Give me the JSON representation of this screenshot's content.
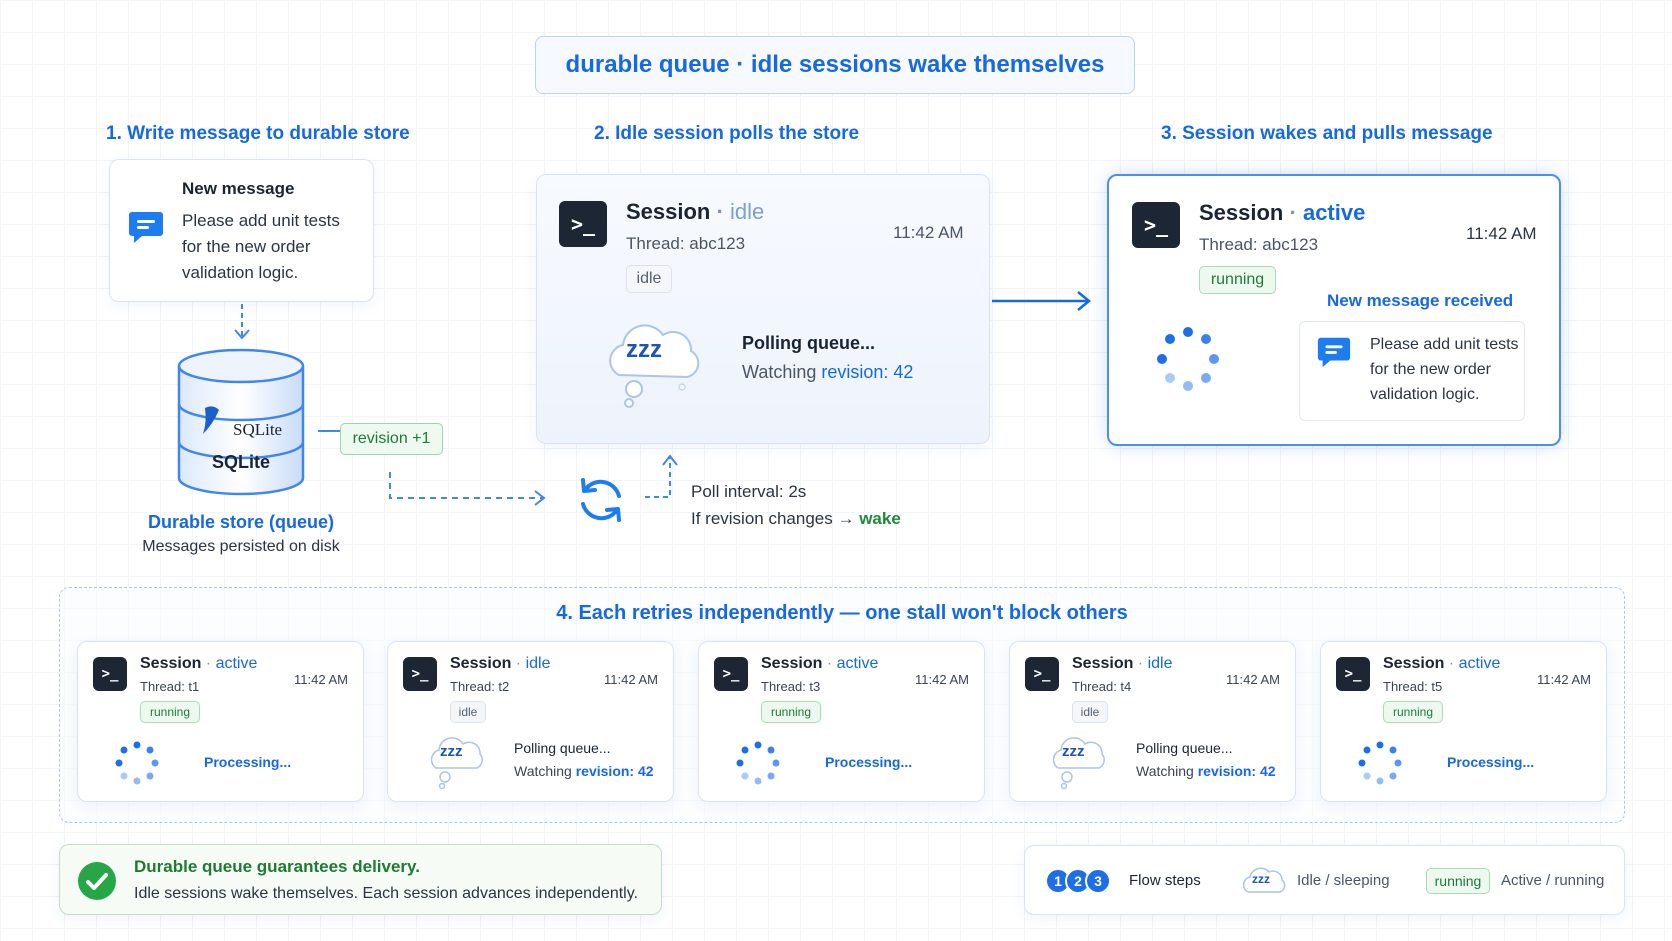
{
  "header": {
    "title": "durable queue · idle sessions wake themselves"
  },
  "step1": {
    "title": "1. Write message to durable store",
    "message_heading": "New message",
    "message_lines": [
      "Please add unit tests",
      "for the new order",
      "validation logic."
    ],
    "db_logo_text": "SQLite",
    "db_label": "SQLite",
    "revision_badge": "revision +1",
    "store_title": "Durable store (queue)",
    "store_sub": "Messages persisted on disk"
  },
  "step2": {
    "title": "2. Idle session polls the store",
    "session_label": "Session",
    "status": "idle",
    "thread": "Thread: abc123",
    "time": "11:42 AM",
    "badge": "idle",
    "zzz": "zzz",
    "polling": "Polling queue...",
    "watching_prefix": "Watching ",
    "watching_value": "revision: 42",
    "poll_interval": "Poll interval: 2s",
    "revision_change_prefix": "If revision changes → ",
    "revision_change_value": "wake"
  },
  "step3": {
    "title": "3. Session wakes and pulls message",
    "session_label": "Session",
    "status": "active",
    "thread": "Thread: abc123",
    "time": "11:42 AM",
    "badge": "running",
    "new_message": "New message received",
    "message_lines": [
      "Please add unit tests",
      "for the new order",
      "validation logic."
    ]
  },
  "step4": {
    "title": "4. Each retries independently — one stall won't block others",
    "sessions": [
      {
        "label": "Session",
        "status": "active",
        "thread": "Thread: t1",
        "time": "11:42 AM",
        "badge": "running",
        "text": "Processing..."
      },
      {
        "label": "Session",
        "status": "idle",
        "thread": "Thread: t2",
        "time": "11:42 AM",
        "badge": "idle",
        "zzz": "zzz",
        "polling": "Polling queue...",
        "watching_prefix": "Watching ",
        "watching_value": "revision: 42"
      },
      {
        "label": "Session",
        "status": "active",
        "thread": "Thread: t3",
        "time": "11:42 AM",
        "badge": "running",
        "text": "Processing..."
      },
      {
        "label": "Session",
        "status": "idle",
        "thread": "Thread: t4",
        "time": "11:42 AM",
        "badge": "idle",
        "zzz": "zzz",
        "polling": "Polling queue...",
        "watching_prefix": "Watching ",
        "watching_value": "revision: 42"
      },
      {
        "label": "Session",
        "status": "active",
        "thread": "Thread: t5",
        "time": "11:42 AM",
        "badge": "running",
        "text": "Processing..."
      }
    ]
  },
  "footer": {
    "guarantee_title": "Durable queue guarantees delivery.",
    "guarantee_sub": "Idle sessions wake themselves. Each session advances independently.",
    "legend": {
      "steps": [
        "1",
        "2",
        "3"
      ],
      "flow_steps": "Flow steps",
      "zzz": "zzz",
      "idle_sleeping": "Idle / sleeping",
      "running": "running",
      "active_running": "Active / running"
    }
  },
  "colors": {
    "accent": "#1668e3",
    "success": "#1f8a3a",
    "terminal": "#1c2634"
  },
  "icons": [
    "terminal-icon",
    "message-bubble-icon",
    "database-icon",
    "sync-icon",
    "sleep-cloud-icon",
    "spinner-icon",
    "check-circle-icon",
    "arrow-right-icon"
  ]
}
